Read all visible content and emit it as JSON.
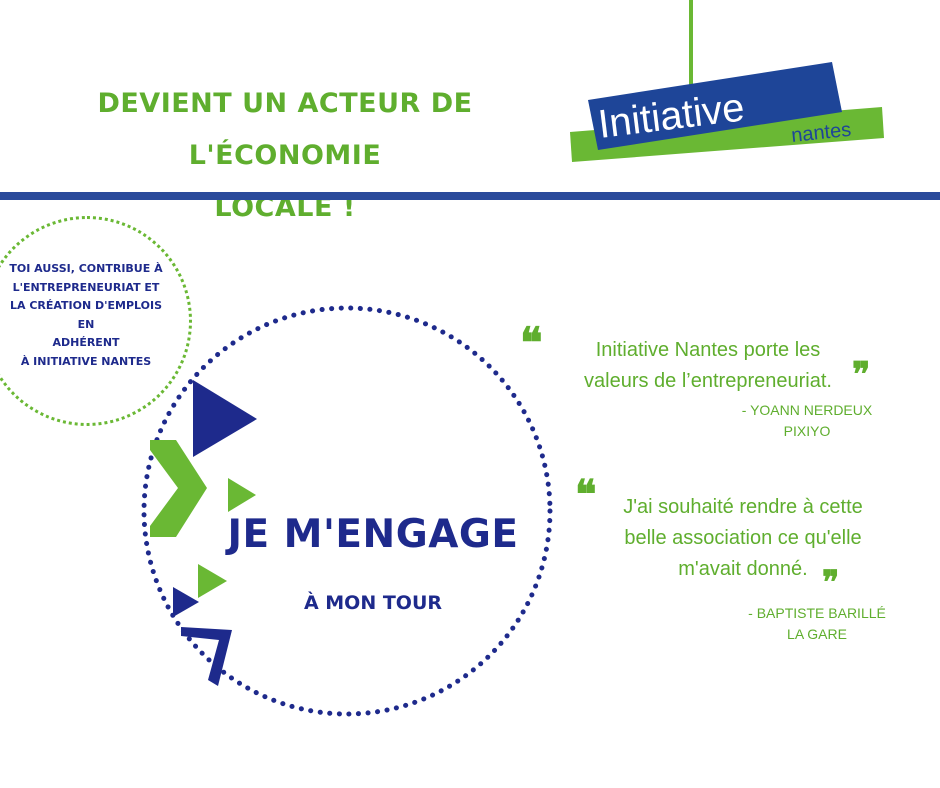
{
  "headline": {
    "line1": "DEVIENT UN ACTEUR DE L'ÉCONOMIE",
    "line2": "LOCALE !"
  },
  "logo": {
    "word": "Initiative",
    "city": "nantes",
    "colors": {
      "blue": "#1e4598",
      "green": "#6ab834"
    }
  },
  "side_circle": {
    "lines": [
      "TOI AUSSI, CONTRIBUE À",
      "L'ENTREPRENEURIAT ET",
      "LA CRÉATION D'EMPLOIS",
      "EN",
      "ADHÉRENT",
      "À INITIATIVE NANTES"
    ]
  },
  "engage": {
    "title": "JE M'ENGAGE",
    "subtitle": "À MON TOUR"
  },
  "testimonials": [
    {
      "open_mark": "❝",
      "close_mark": "❞",
      "lines": [
        "Initiative Nantes porte les",
        "valeurs de l’entrepreneuriat."
      ],
      "author": "- YOANN NERDEUX",
      "company": "PIXIYO"
    },
    {
      "open_mark": "❝",
      "close_mark": "❞",
      "lines": [
        "J'ai souhaité rendre à cette",
        "belle association ce qu'elle",
        "m'avait donné."
      ],
      "author": "- BAPTISTE BARILLÉ",
      "company": "LA GARE"
    }
  ],
  "colors": {
    "green": "#5fae2e",
    "navy": "#1e2a8c",
    "rule_blue": "#2a4a9b"
  }
}
